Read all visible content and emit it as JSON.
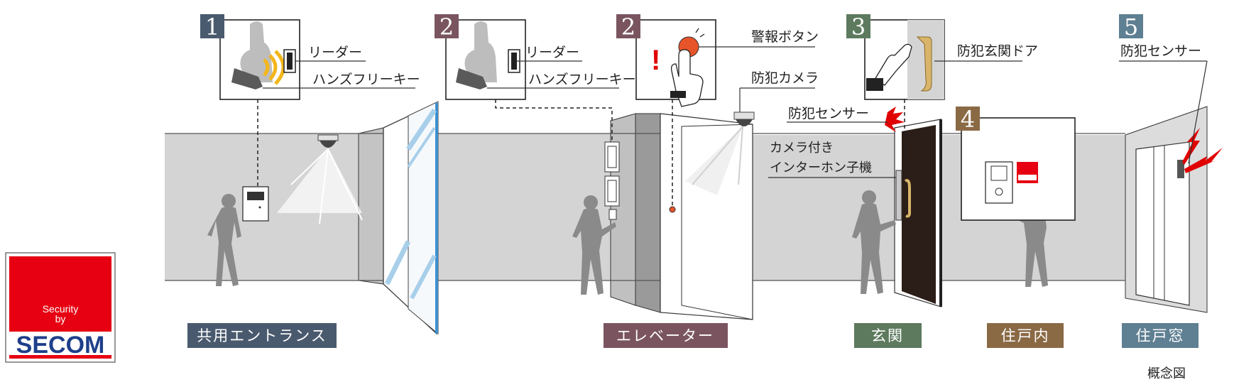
{
  "logo": {
    "line1": "Security",
    "line2": "by",
    "brand": "SECOM",
    "red": "#e60012",
    "blue": "#1e3f8a"
  },
  "panels": [
    {
      "number": "1",
      "color": "#4a5a6e"
    },
    {
      "number": "2",
      "color": "#7a5560"
    },
    {
      "number": "2",
      "color": "#7a5560"
    },
    {
      "number": "3",
      "color": "#5d7a5e"
    },
    {
      "number": "4",
      "color": "#8a6a45"
    },
    {
      "number": "5",
      "color": "#5f7f92"
    }
  ],
  "labels": {
    "reader": "リーダー",
    "handsfree_key": "ハンズフリーキー",
    "alarm_button": "警報ボタン",
    "security_camera": "防犯カメラ",
    "security_door": "防犯玄関ドア",
    "security_sensor": "防犯センサー",
    "intercom_line1": "カメラ付き",
    "intercom_line2": "インターホン子機"
  },
  "areas": [
    {
      "label": "共用エントランス",
      "color": "#4a5a6e"
    },
    {
      "label": "エレベーター",
      "color": "#7a5560"
    },
    {
      "label": "玄関",
      "color": "#5d7a5e"
    },
    {
      "label": "住戸内",
      "color": "#8a6a45"
    },
    {
      "label": "住戸窓",
      "color": "#5f7f92"
    }
  ],
  "note": "概念図",
  "colors": {
    "wall": "#d4d4d4",
    "person": "#8a8a8a",
    "glass": "#a8cfea",
    "door": "#2b1d17",
    "alarm": "#e8542a",
    "key_wave": "#f2b61b"
  }
}
